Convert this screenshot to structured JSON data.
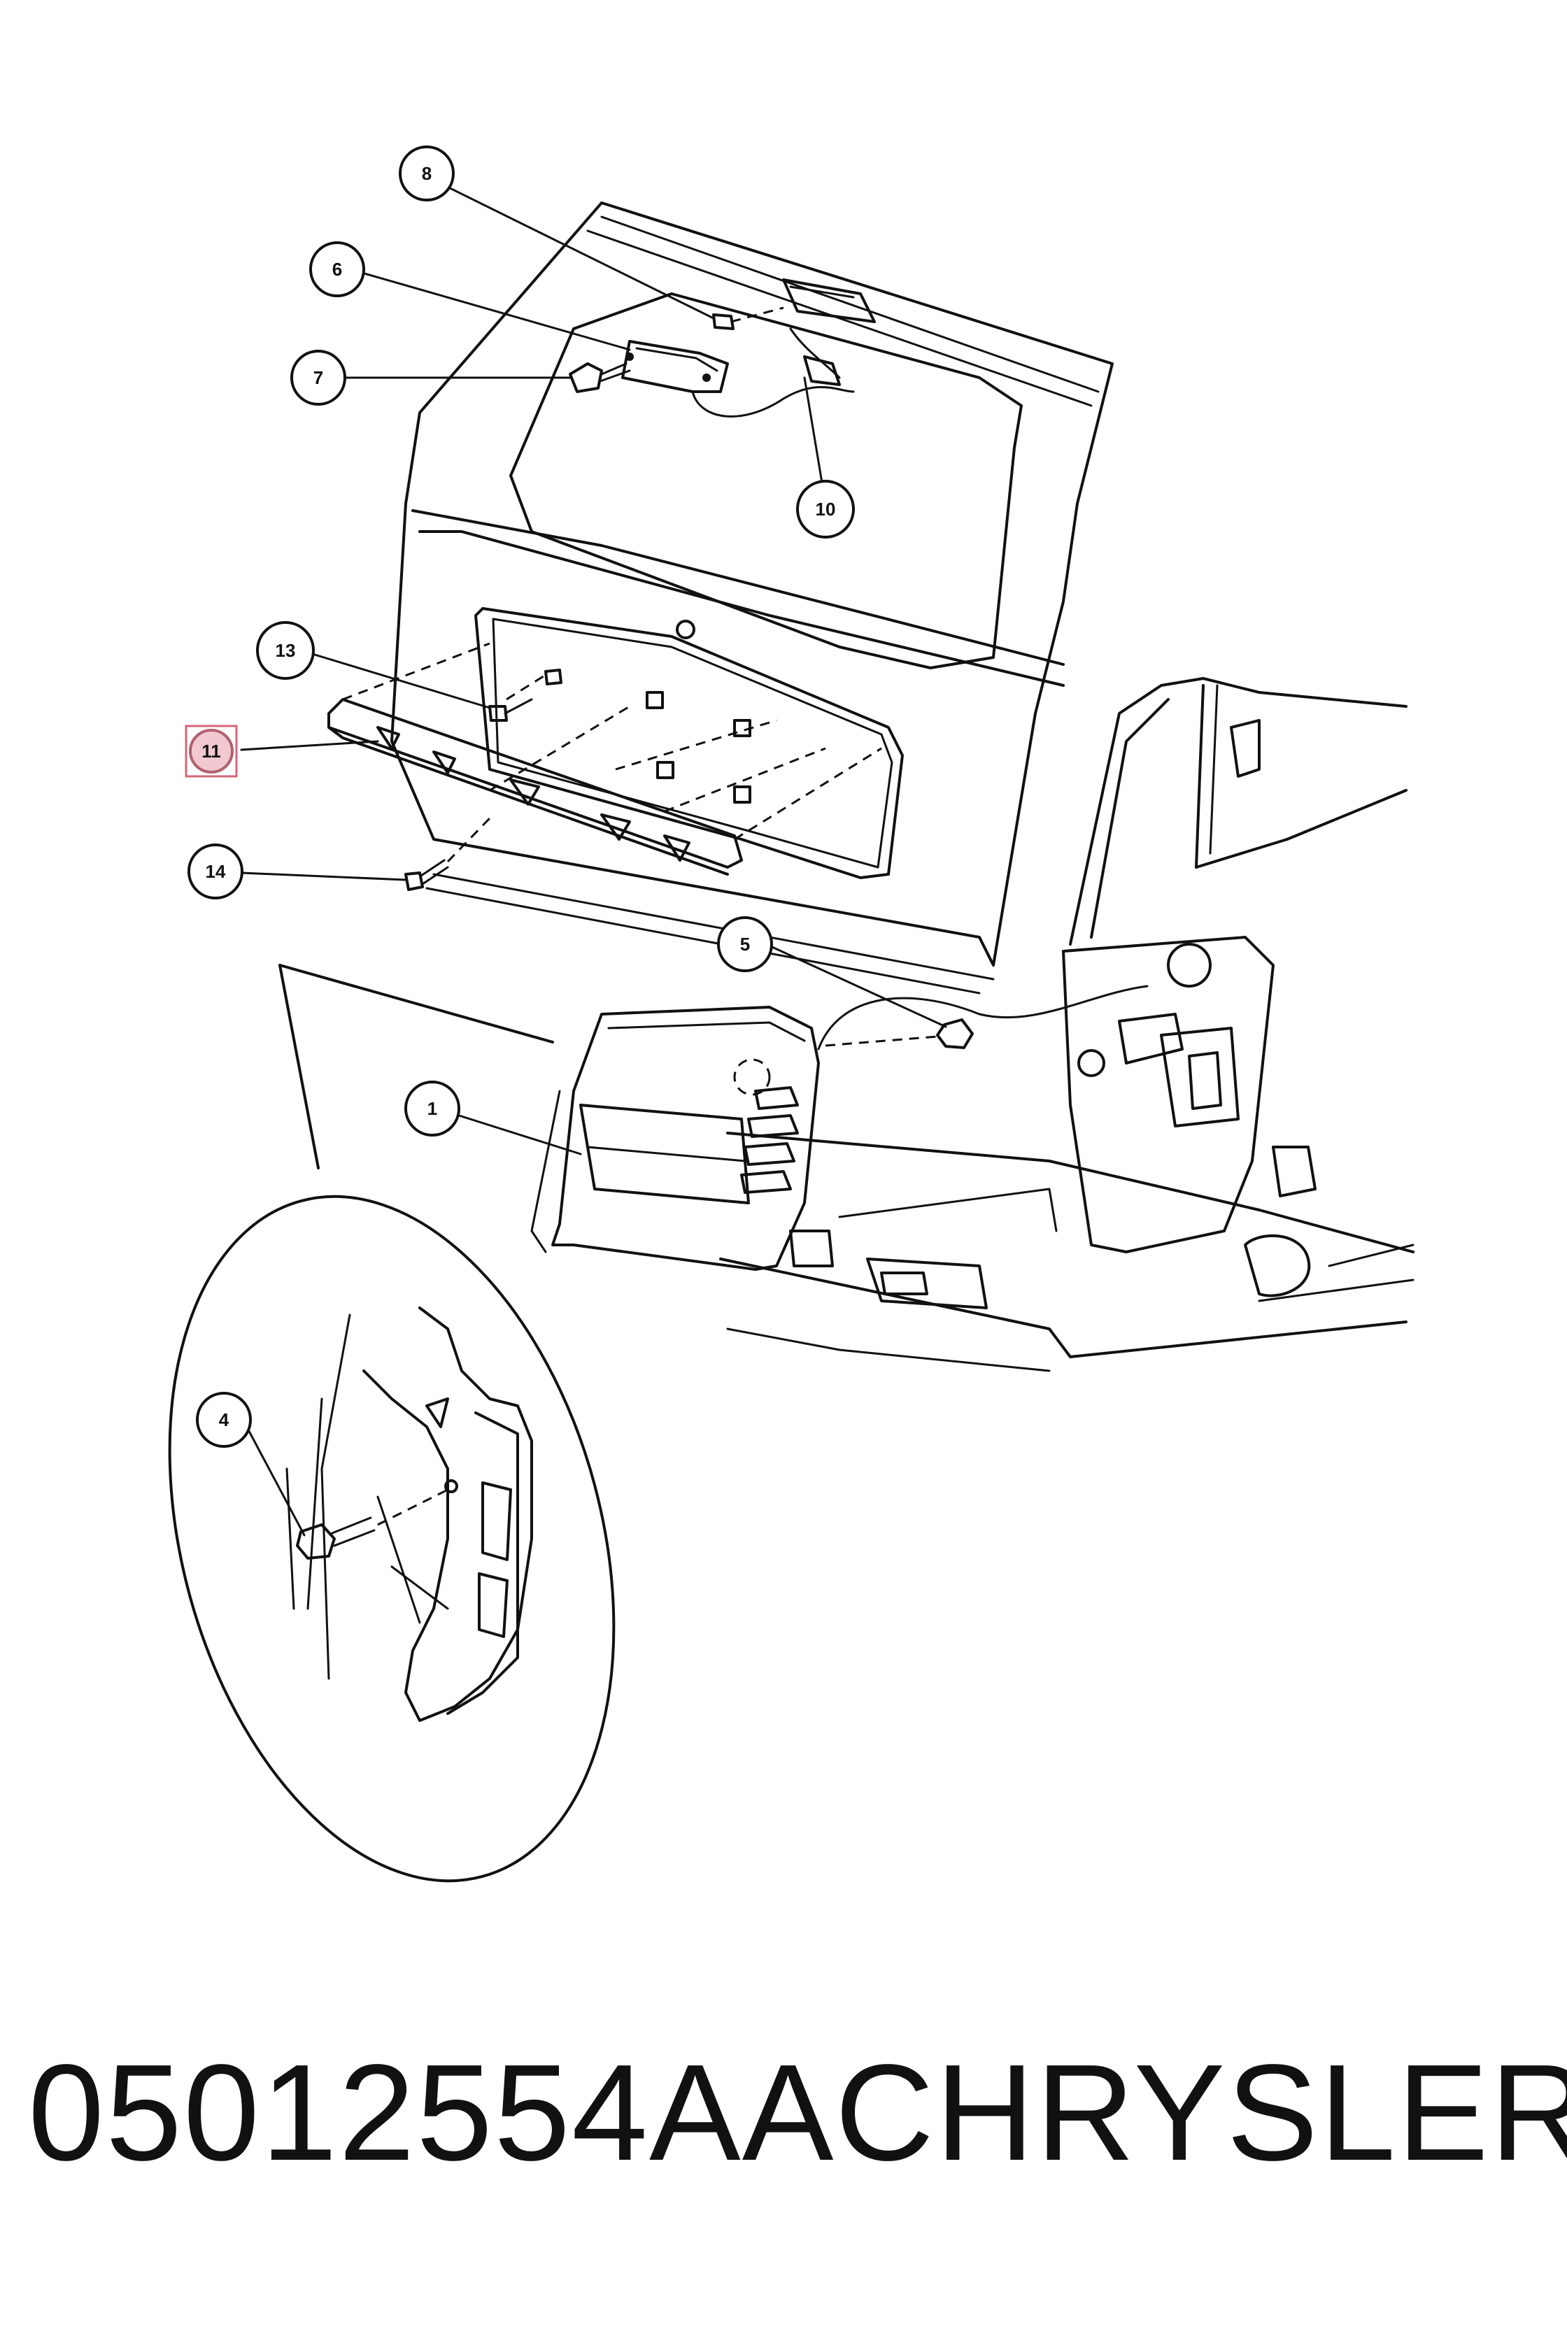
{
  "callouts": {
    "c1": "1",
    "c4": "4",
    "c5": "5",
    "c6": "6",
    "c7": "7",
    "c8": "8",
    "c10": "10",
    "c11": "11",
    "c13": "13",
    "c14": "14"
  },
  "highlight_color": "#f2c9d0",
  "caption": {
    "part_number": "05012554AA",
    "brand": "CHRYSLER"
  }
}
